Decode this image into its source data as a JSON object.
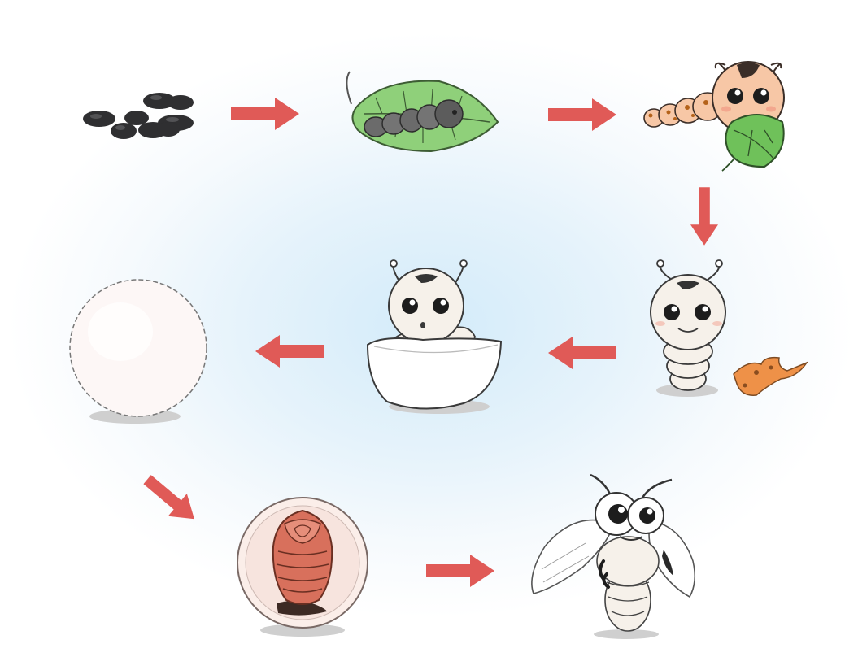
{
  "diagram": {
    "stages": [
      {
        "id": "eggs",
        "icon": "silkworm-eggs-icon"
      },
      {
        "id": "newly-hatched-larva",
        "icon": "larva-on-leaf-icon"
      },
      {
        "id": "feeding-larva",
        "icon": "larva-eating-leaf-icon"
      },
      {
        "id": "molting-larva",
        "icon": "larva-molting-icon"
      },
      {
        "id": "spinning-larva",
        "icon": "larva-spinning-cocoon-icon"
      },
      {
        "id": "cocoon",
        "icon": "cocoon-icon"
      },
      {
        "id": "pupa",
        "icon": "pupa-in-cocoon-icon"
      },
      {
        "id": "moth",
        "icon": "silk-moth-icon"
      }
    ],
    "arrows": [
      {
        "from": "eggs",
        "to": "newly-hatched-larva",
        "direction": "right"
      },
      {
        "from": "newly-hatched-larva",
        "to": "feeding-larva",
        "direction": "right"
      },
      {
        "from": "feeding-larva",
        "to": "molting-larva",
        "direction": "down"
      },
      {
        "from": "molting-larva",
        "to": "spinning-larva",
        "direction": "left"
      },
      {
        "from": "spinning-larva",
        "to": "cocoon",
        "direction": "left"
      },
      {
        "from": "cocoon",
        "to": "pupa",
        "direction": "down-right"
      },
      {
        "from": "pupa",
        "to": "moth",
        "direction": "right"
      }
    ],
    "colors": {
      "arrow": "#e05a57",
      "background_center": "#d3ebf9",
      "leaf": "#7cc466",
      "larva_body": "#f6f1ea",
      "young_larva": "#f7c7a6",
      "pupa": "#d8705c"
    }
  }
}
